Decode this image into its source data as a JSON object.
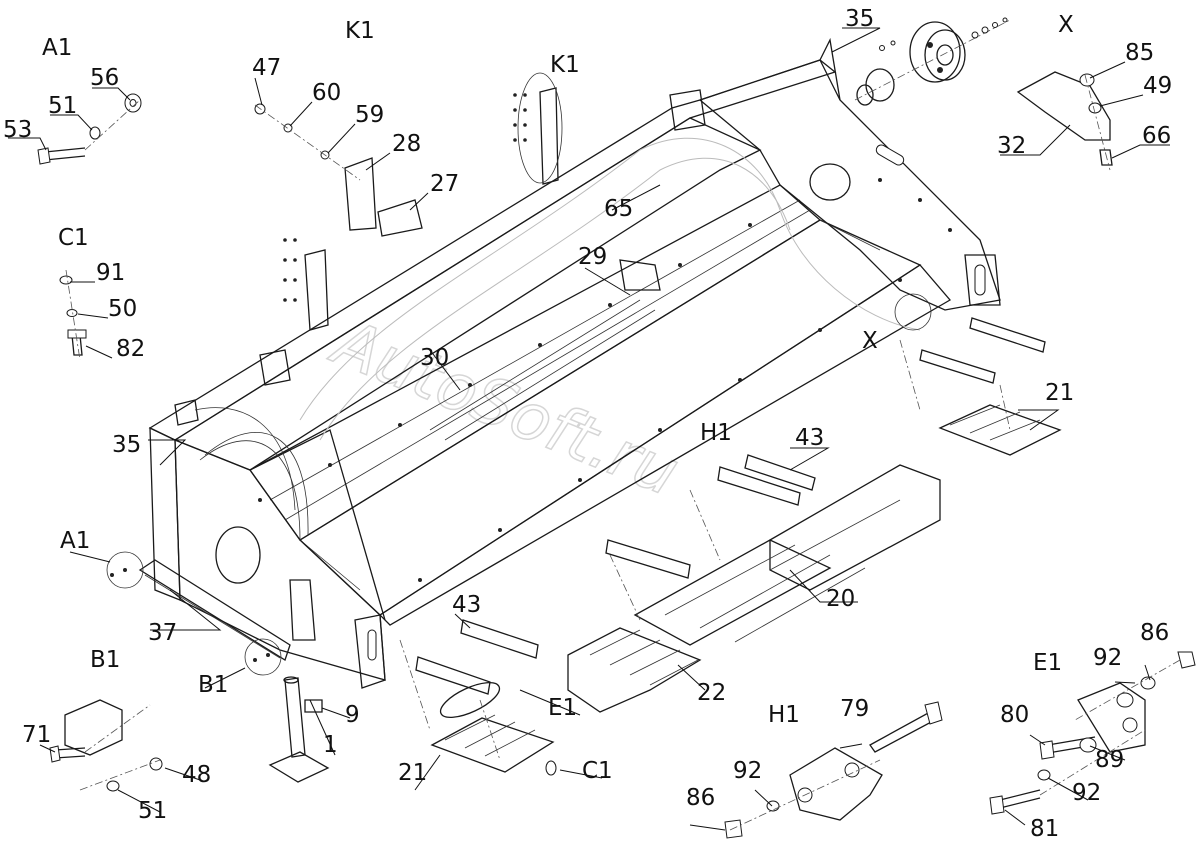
{
  "watermark": "AutoSoft.ru",
  "detail_views": [
    "A1",
    "K1",
    "C1",
    "B1",
    "X",
    "E1",
    "H1"
  ],
  "area_markers": [
    "K1",
    "X",
    "A1",
    "B1",
    "E1",
    "H1",
    "C1"
  ],
  "part_numbers": [
    "53",
    "51",
    "56",
    "47",
    "60",
    "59",
    "28",
    "27",
    "35",
    "85",
    "49",
    "32",
    "66",
    "91",
    "50",
    "82",
    "65",
    "29",
    "30",
    "21",
    "43",
    "35",
    "20",
    "22",
    "37",
    "1",
    "9",
    "21",
    "43",
    "71",
    "48",
    "51",
    "86",
    "92",
    "79",
    "80",
    "89",
    "92",
    "81",
    "86",
    "92"
  ]
}
